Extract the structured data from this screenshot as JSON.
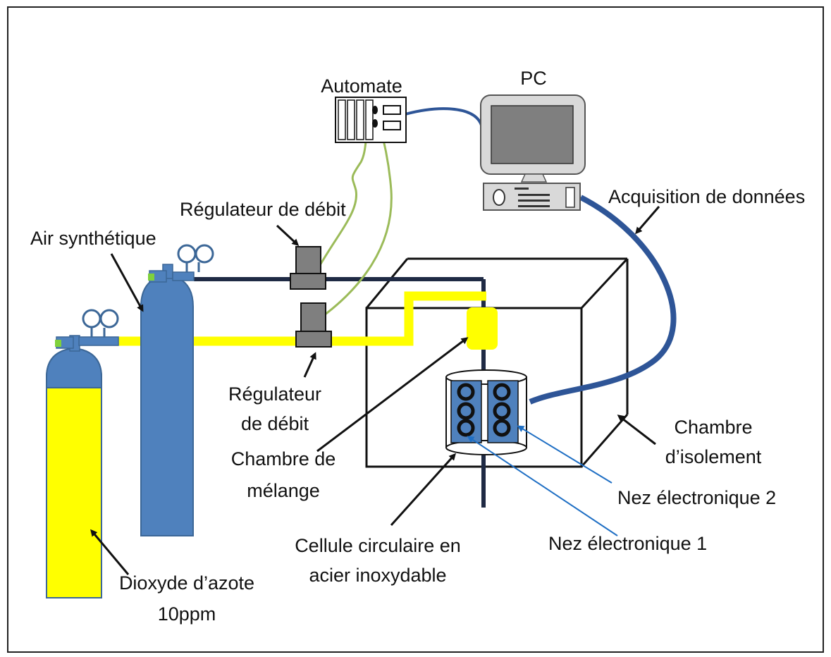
{
  "labels": {
    "automate": "Automate",
    "pc": "PC",
    "acquisition": "Acquisition de données",
    "regulateur_top": "Régulateur de débit",
    "air_synthetique": "Air synthétique",
    "regulateur_bottom_1": "Régulateur",
    "regulateur_bottom_2": "de débit",
    "chambre_melange_1": "Chambre de",
    "chambre_melange_2": "mélange",
    "chambre_isolement_1": "Chambre",
    "chambre_isolement_2": "d’isolement",
    "nez_2": "Nez électronique 2",
    "nez_1": "Nez électronique 1",
    "cellule_1": "Cellule circulaire en",
    "cellule_2": "acier inoxydable",
    "dioxyde_1": "Dioxyde d’azote",
    "dioxyde_2": "10ppm"
  },
  "colors": {
    "yellow_line": "#ffff00",
    "blue_cylinder": "#4f81bd",
    "blue_cable": "#2e5597",
    "green_wire": "#9bbb59",
    "dark_pipe": "#1f2a44",
    "gray_device": "#7f7f7f",
    "nose_panel": "#4f81bd"
  }
}
